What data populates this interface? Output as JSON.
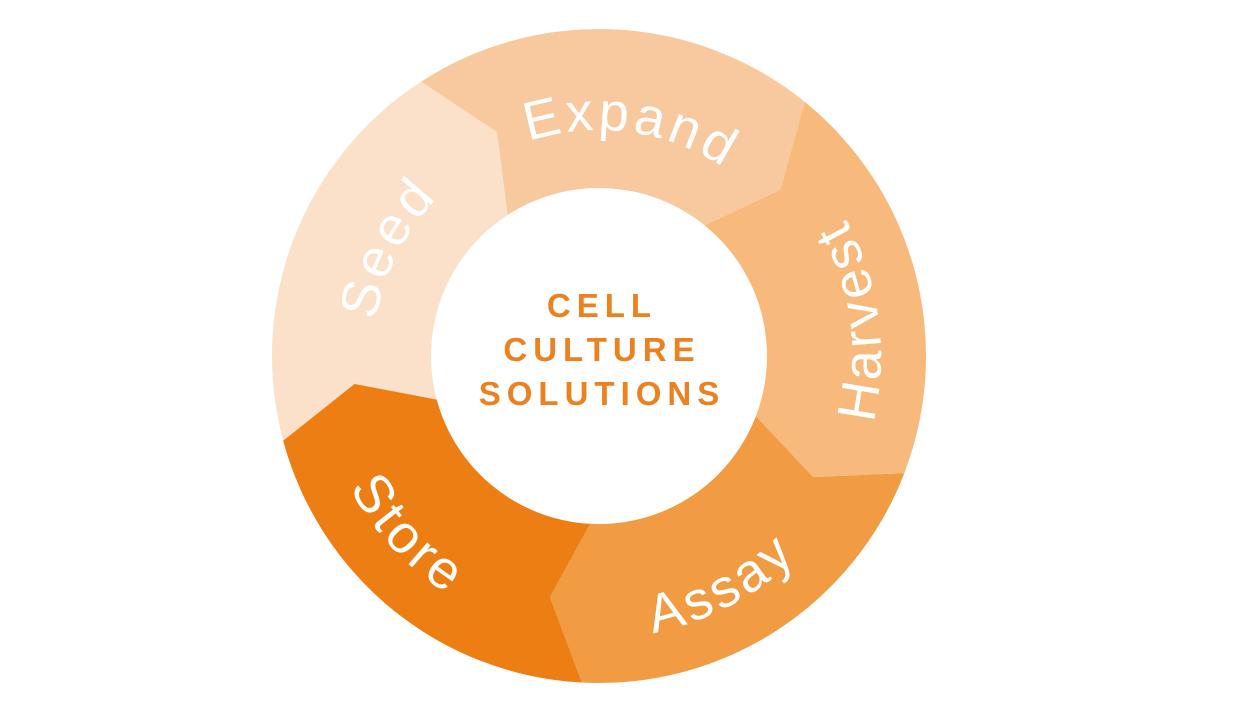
{
  "diagram": {
    "type": "cycle-donut",
    "flow_direction": "clockwise",
    "background_color": "#ffffff",
    "label_color": "#ffffff",
    "center_label": {
      "lines": [
        "CELL",
        "CULTURE",
        "SOLUTIONS"
      ],
      "color": "#ec8120"
    },
    "segments": [
      {
        "label": "Expand",
        "color": "#f8c99e",
        "start_angle": -33,
        "end_angle": 39,
        "label_angle": 8,
        "label_side": "top"
      },
      {
        "label": "Harvest",
        "color": "#f7b97c",
        "start_angle": 39,
        "end_angle": 111,
        "label_angle": 82,
        "label_side": "bottom"
      },
      {
        "label": "Assay",
        "color": "#f19b42",
        "start_angle": 111,
        "end_angle": 183,
        "label_angle": 152,
        "label_side": "bottom"
      },
      {
        "label": "Store",
        "color": "#ed7e13",
        "start_angle": 183,
        "end_angle": 255,
        "label_angle": 227,
        "label_side": "bottom"
      },
      {
        "label": "Seed",
        "color": "#fbe1c9",
        "start_angle": 255,
        "end_angle": 327,
        "label_angle": 297,
        "label_side": "top"
      }
    ]
  },
  "chart_data": {
    "type": "pie",
    "title": "CELL CULTURE SOLUTIONS",
    "categories": [
      "Expand",
      "Harvest",
      "Assay",
      "Store",
      "Seed"
    ],
    "values": [
      72,
      72,
      72,
      72,
      72
    ],
    "unit": "degrees of the cycle ring (equal segments)",
    "colors": [
      "#f8c99e",
      "#f7b97c",
      "#f19b42",
      "#ed7e13",
      "#fbe1c9"
    ],
    "legend_position": "none",
    "annotations": [
      "Segments form a clockwise cycle with arrow-chevron boundaries"
    ]
  }
}
